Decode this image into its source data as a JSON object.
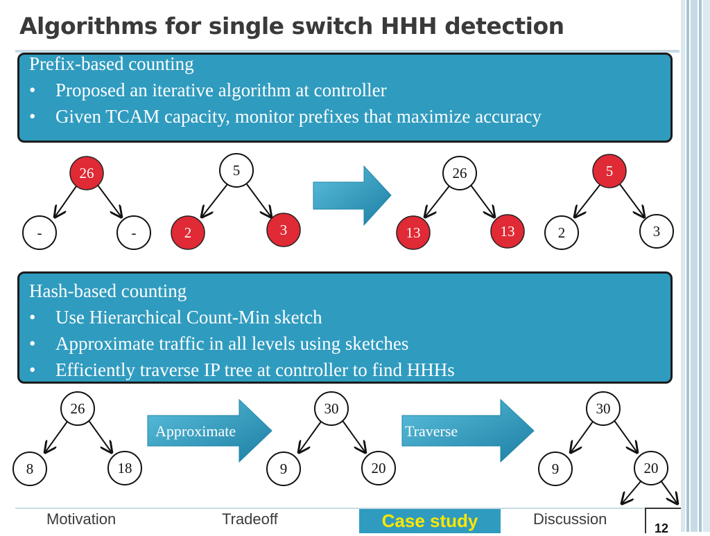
{
  "slide": {
    "title": "Algorithms for single switch HHH detection",
    "page_number": "12"
  },
  "prefix_box": {
    "heading": "Prefix-based counting",
    "bullets": [
      "Proposed an iterative algorithm at controller",
      "Given TCAM capacity, monitor prefixes that maximize accuracy"
    ],
    "bullet_symbol": "•"
  },
  "hash_box": {
    "heading": "Hash-based counting",
    "bullets": [
      "Use Hierarchical Count-Min sketch",
      "Approximate traffic in all levels using sketches",
      "Efficiently traverse IP tree at controller to find HHHs"
    ],
    "bullet_symbol": "•"
  },
  "prefix_trees": {
    "before_left": {
      "root": "26",
      "left": "-",
      "right": "-"
    },
    "before_right": {
      "root": "5",
      "left": "2",
      "right": "3"
    },
    "after_left": {
      "root": "26",
      "left": "13",
      "right": "13"
    },
    "after_right": {
      "root": "5",
      "left": "2",
      "right": "3"
    }
  },
  "hash_trees": {
    "tree1": {
      "root": "26",
      "left": "8",
      "right": "18"
    },
    "tree2": {
      "root": "30",
      "left": "9",
      "right": "20"
    },
    "tree3": {
      "root": "30",
      "left": "9",
      "right": "20"
    }
  },
  "hash_arrows": {
    "approximate_label": "Approximate",
    "traverse_label": "Traverse"
  },
  "nav": {
    "items": [
      "Motivation",
      "Tradeoff",
      "Case study",
      "Discussion"
    ],
    "active": "Case study"
  },
  "colors": {
    "accent": "#2f9bbf",
    "highlight_node": "#e02a35",
    "active_nav_text": "#ffe600",
    "text": "#3a3a3a"
  }
}
